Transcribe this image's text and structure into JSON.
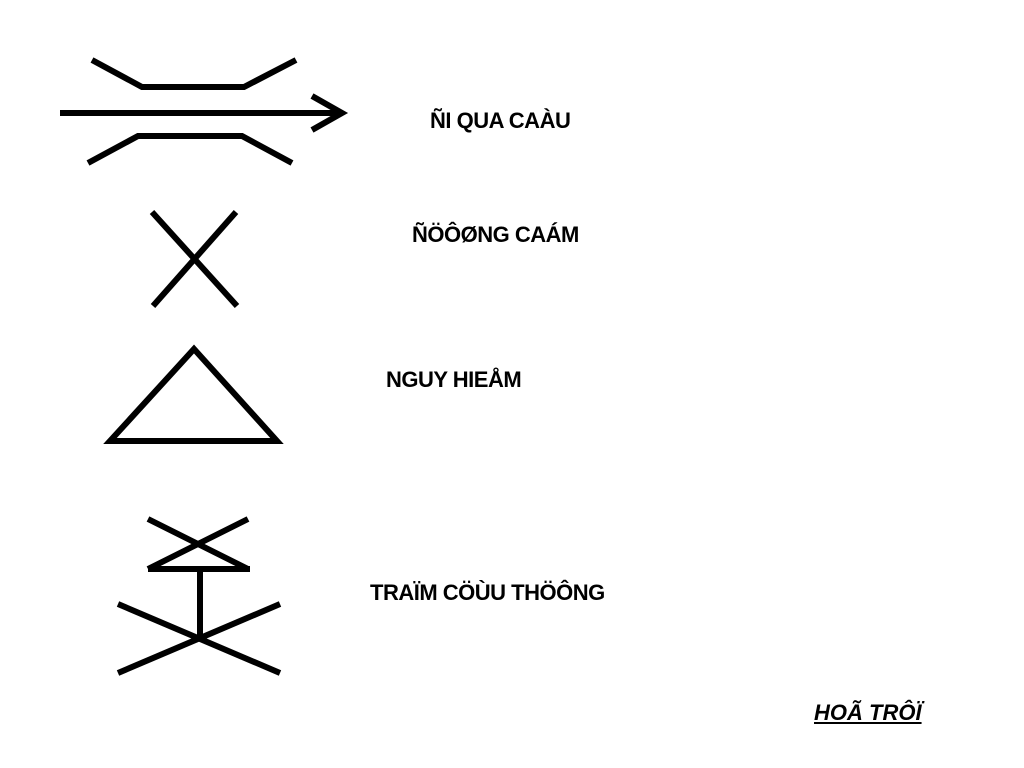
{
  "signs": [
    {
      "icon": "bridge-crossing-icon",
      "label": "ÑI QUA CAÀU"
    },
    {
      "icon": "no-entry-cross-icon",
      "label": "ÑÖÔØNG CAÁM"
    },
    {
      "icon": "danger-triangle-icon",
      "label": "NGUY HIEÅM"
    },
    {
      "icon": "first-aid-station-icon",
      "label": "TRAÏM CÖÙU THÖÔNG"
    }
  ],
  "footer": {
    "link_label": "HOÃ TRÔÏ"
  },
  "colors": {
    "ink": "#000000",
    "background": "#ffffff"
  }
}
